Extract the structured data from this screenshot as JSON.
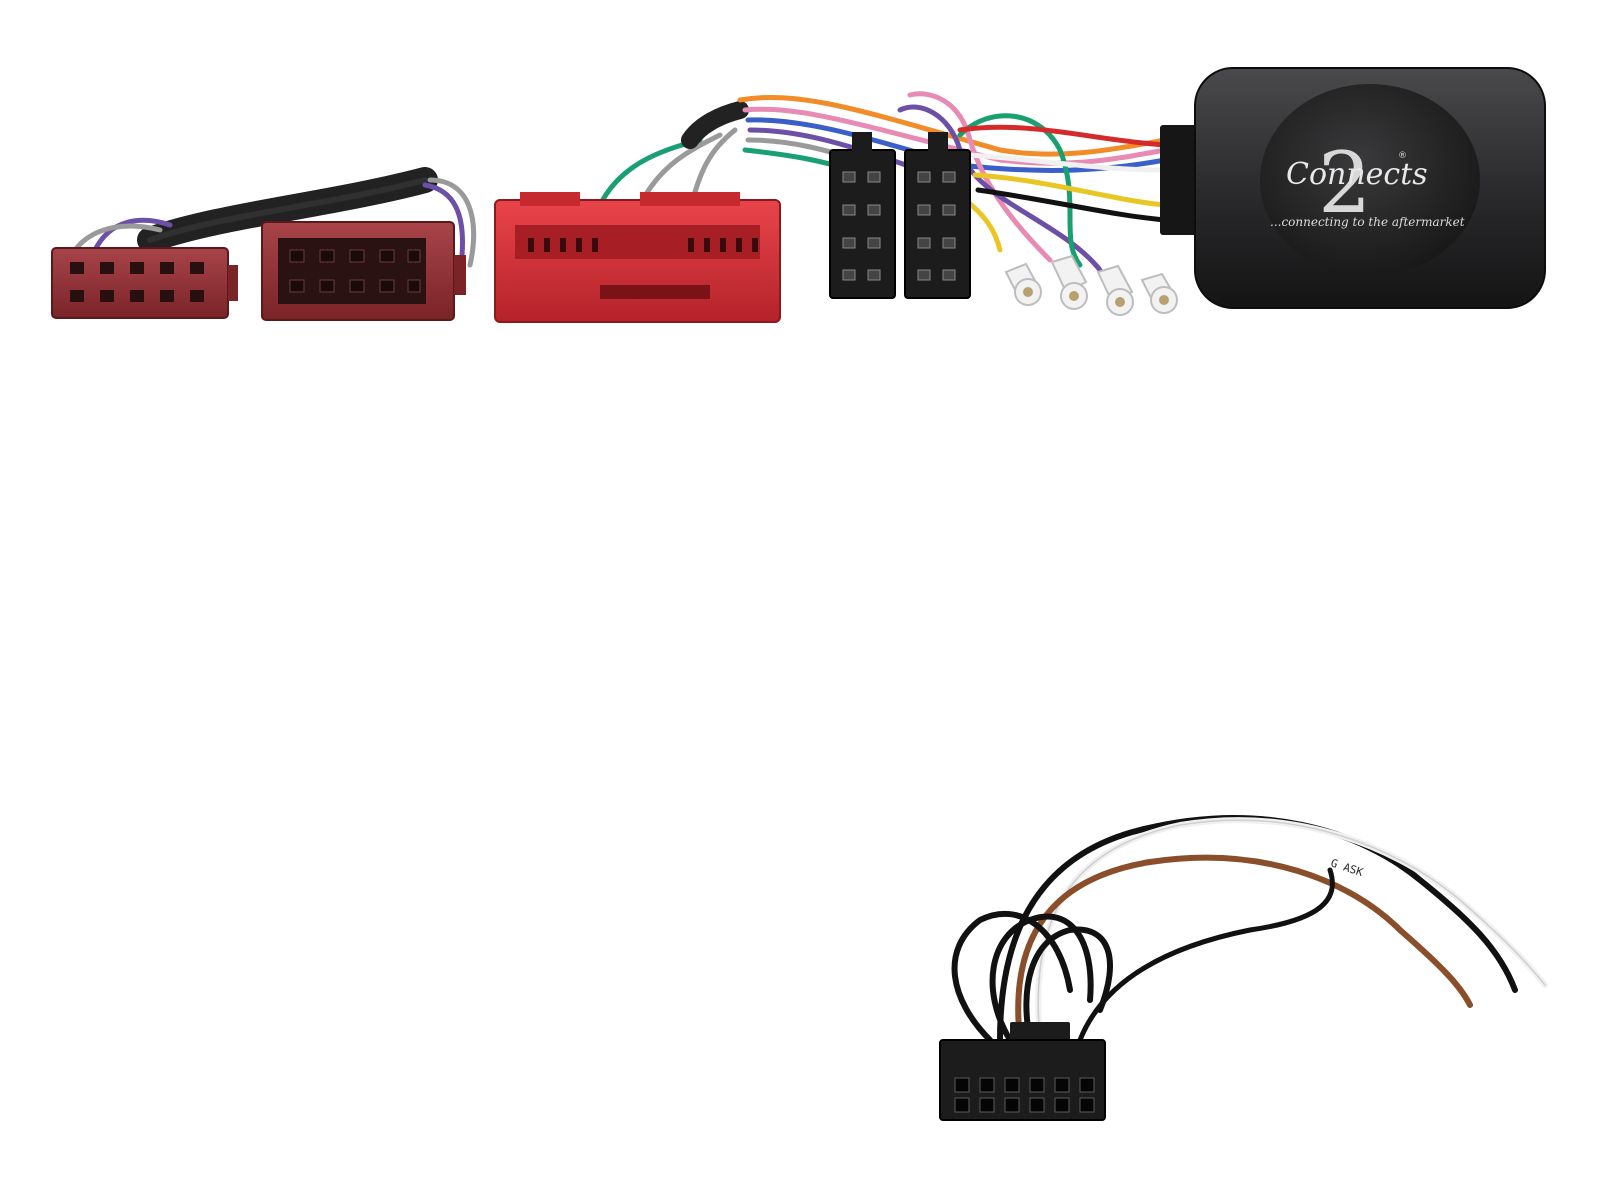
{
  "logo": {
    "brand": "Connects",
    "digit": "2",
    "tagline": "...connecting to the aftermarket",
    "registered": "®"
  },
  "wire_print": "G ASK",
  "colors": {
    "background": "#ffffff",
    "iso_connector": "#8c2f32",
    "vehicle_connector": "#d62c33",
    "black_plastic": "#1c1c1c",
    "module_body": "#2b2b2d",
    "wire_black": "#111111",
    "wire_white": "#f0f0f0",
    "wire_brown": "#8a4e2a",
    "wire_red": "#d42a2a",
    "wire_green": "#18a070",
    "wire_purple": "#6c4fa6",
    "wire_pink": "#e88bb4",
    "wire_yellow": "#e9c624",
    "wire_orange": "#f28c28",
    "wire_blue": "#3b5fc9",
    "wire_grey": "#9a9a9a"
  }
}
